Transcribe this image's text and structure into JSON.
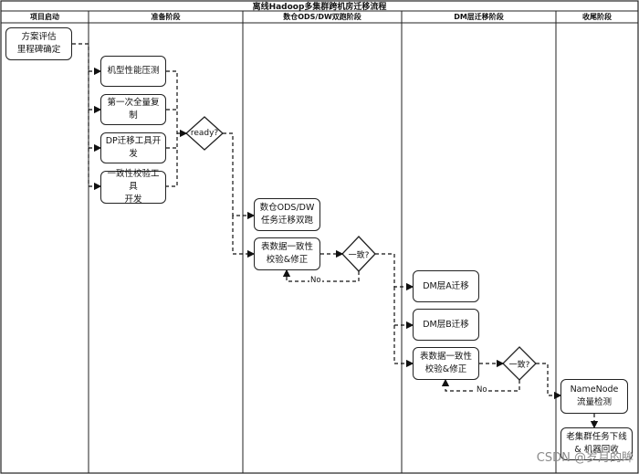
{
  "title": "离线Hadoop多集群跨机房迁移流程",
  "lanes": [
    "项目启动",
    "准备阶段",
    "数仓ODS/DW双跑阶段",
    "DM层迁移阶段",
    "收尾阶段"
  ],
  "nodes": {
    "plan": "方案评估\n里程碑确定",
    "perf": "机型性能压测",
    "copy": "第一次全量复制",
    "dp": "DP迁移工具开发",
    "check_tool": "一致性校验工具\n开发",
    "ods": "数仓ODS/DW\n任务迁移双跑",
    "verify1": "表数据一致性\n校验&修正",
    "dm_a": "DM层A迁移",
    "dm_b": "DM层B迁移",
    "verify2": "表数据一致性\n校验&修正",
    "namenode": "NameNode\n流量检测",
    "offline": "老集群任务下线\n& 机器回收"
  },
  "decisions": {
    "ready": "ready?",
    "consistent1": "一致?",
    "consistent2": "一致?"
  },
  "edge_labels": {
    "no1": "No",
    "no2": "No"
  },
  "watermark": "CSDN @岁月的眸"
}
